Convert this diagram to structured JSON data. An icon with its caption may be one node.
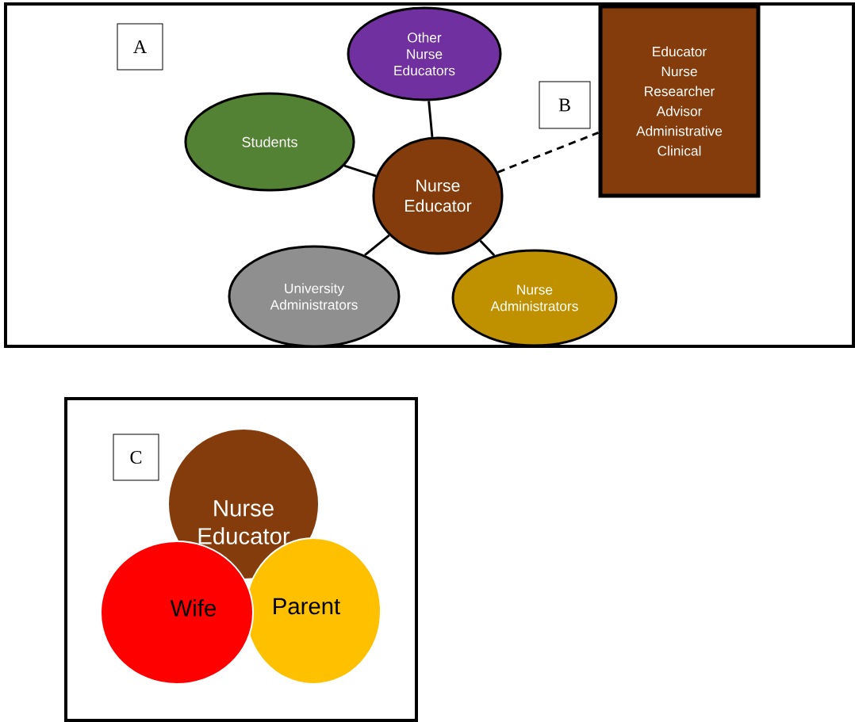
{
  "diagram": {
    "nodes": [
      {
        "text": [],
        "shape": "box"
      },
      {
        "text": [
          "A"
        ],
        "in": 0
      },
      {
        "text": [
          "Other Nurse Educators"
        ],
        "in": 0
      },
      {
        "text": [
          "Students"
        ],
        "in": 0
      },
      {
        "text": [
          "Nurse Educator"
        ],
        "in": 0
      },
      {
        "text": [
          "University Administrators"
        ],
        "in": 0
      },
      {
        "text": [
          "Nurse Administrators"
        ],
        "in": 0
      },
      {
        "text": [
          "B"
        ],
        "in": 0
      },
      {
        "text": [
          "Educator",
          "Nurse",
          "Researcher",
          "Advisor",
          "Administrative",
          "Clinical"
        ],
        "in": 0
      },
      {
        "text": [],
        "shape": "box"
      },
      {
        "text": [
          "C"
        ],
        "in": 9
      },
      {
        "text": [
          "Nurse Educator"
        ],
        "in": 9
      },
      {
        "text": [
          "Wife"
        ],
        "in": 9
      },
      {
        "text": [
          "Parent"
        ],
        "in": 9
      }
    ],
    "edges": [
      {
        "from": 4,
        "to": 2,
        "arrow": "none"
      },
      {
        "from": 4,
        "to": 3,
        "arrow": "none"
      },
      {
        "from": 4,
        "to": 5,
        "arrow": "none"
      },
      {
        "from": 4,
        "to": 6,
        "arrow": "none"
      },
      {
        "from": 4,
        "to": 8,
        "arrow": "none",
        "style": "dashed"
      }
    ]
  }
}
